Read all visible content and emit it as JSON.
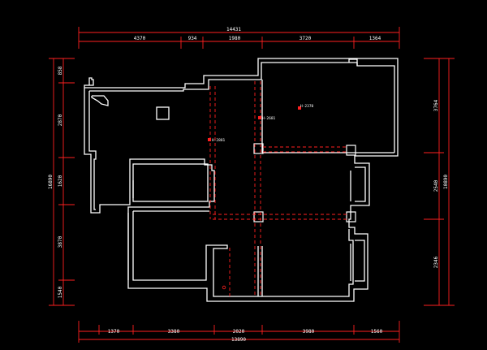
{
  "drawing": {
    "background": "#000000",
    "wall_color": "#ffffff",
    "dimension_color": "#ff2020",
    "top_dims": {
      "overall": "14431",
      "segments": [
        "4370",
        "934",
        "1980",
        "3720",
        "1364"
      ]
    },
    "bottom_dims": {
      "overall": "13890",
      "segments": [
        "1370",
        "3380",
        "2020",
        "3980",
        "1560"
      ]
    },
    "left_dims": {
      "overall": "16890",
      "segments": [
        "858",
        "2870",
        "1620",
        "3870",
        "1540"
      ]
    },
    "right_dims": {
      "overall": "10890",
      "segments": [
        "3764",
        "2540",
        "2346"
      ]
    },
    "level_tags": [
      "H-2881",
      "H-2681",
      "H-2370"
    ]
  }
}
